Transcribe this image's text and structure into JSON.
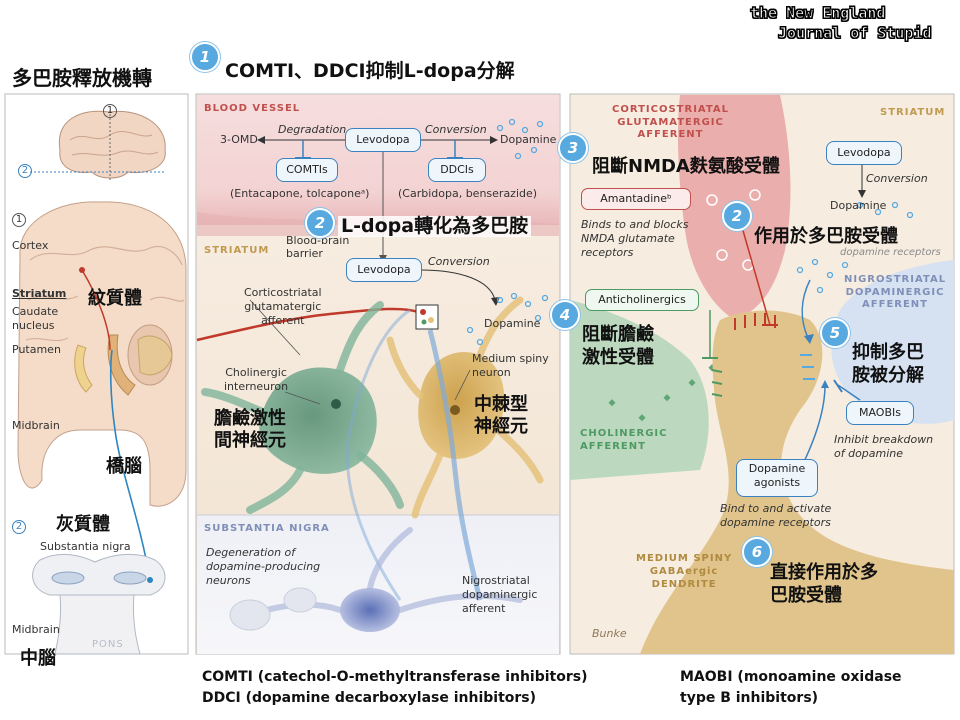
{
  "logo": {
    "line1": "the New England",
    "line2": "Journal of Stupid"
  },
  "title": "多巴胺釋放機轉",
  "headline1": "COMTI、DDCI抑制L-dopa分解",
  "bubbles": {
    "b1": "1",
    "b2a": "2",
    "b2b": "2",
    "b3": "3",
    "b4": "4",
    "b5": "5",
    "b6": "6",
    "c1": "1",
    "c2": "2",
    "c2b": "2",
    "c1b": "1"
  },
  "left_panel": {
    "cortex": "Cortex",
    "striatum": "Striatum",
    "caudate": "Caudate\nnucleus",
    "putamen": "Putamen",
    "midbrain": "Midbrain",
    "striatum_zh": "紋質體",
    "pons_zh": "橋腦",
    "substantia_zh": "灰質體",
    "substantia_nigra": "Substantia nigra",
    "midbrain2": "Midbrain",
    "midbrain_zh": "中腦",
    "pons": "PONS"
  },
  "middle_panel": {
    "blood_vessel": "BLOOD VESSEL",
    "three_omd": "3-OMD",
    "degradation": "Degradation",
    "levodopa1": "Levodopa",
    "conversion1": "Conversion",
    "dopamine1": "Dopamine",
    "comtis": "COMTIs",
    "ddcis": "DDCIs",
    "entacapone": "(Entacapone, tolcaponeᵃ)",
    "carbidopa": "(Carbidopa, benserazide)",
    "striatum": "STRIATUM",
    "bbb": "Blood-brain\nbarrier",
    "headline2": "L-dopa轉化為多巴胺",
    "levodopa2": "Levodopa",
    "conversion2": "Conversion",
    "dopamine2": "Dopamine",
    "corticostriatal": "Corticostriatal\nglutamatergic\nafferent",
    "msn": "Medium spiny\nneuron",
    "cholinergic": "Cholinergic\ninterneuron",
    "cholinergic_zh": "膽鹼激性\n間神經元",
    "msn_zh": "中棘型\n神經元",
    "substantia_nigra": "SUBSTANTIA NIGRA",
    "degeneration": "Degeneration of\ndopamine-producing\nneurons",
    "nigrostriatal": "Nigrostriatal\ndopaminergic\nafferent"
  },
  "right_panel": {
    "cortico_afferent": "CORTICOSTRIATAL\nGLUTAMATERGIC\nAFFERENT",
    "striatum": "STRIATUM",
    "levodopa": "Levodopa",
    "conversion": "Conversion",
    "dopamine": "Dopamine",
    "nmda_zh": "阻斷NMDA麩氨酸受體",
    "amantadine": "Amantadineᵇ",
    "amantadine_desc": "Binds to and blocks\nNMDA glutamate\nreceptors",
    "dopamine_zh": "作用於多巴胺受體",
    "dopamine_receptors": "dopamine receptors",
    "nigro_afferent": "NIGROSTRIATAL\nDOPAMINERGIC\nAFFERENT",
    "anticholinergics": "Anticholinergics",
    "anticholinergic_zh": "阻斷膽鹼\n激性受體",
    "inhibit_zh": "抑制多巴\n胺被分解",
    "maobis": "MAOBIs",
    "inhibit_desc": "Inhibit breakdown\nof dopamine",
    "cholinergic_afferent": "CHOLINERGIC\nAFFERENT",
    "agonists": "Dopamine\nagonists",
    "agonists_desc": "Bind to and activate\ndopamine receptors",
    "msn_dendrite": "MEDIUM SPINY\nGABAergic\nDENDRITE",
    "direct_zh": "直接作用於多\n巴胺受體",
    "signature": "Bunke"
  },
  "footer": {
    "left1": "COMTI (catechol-O-methyltransferase inhibitors)",
    "left2": "DDCI (dopamine decarboxylase inhibitors)",
    "right1": "MAOBI (monoamine oxidase",
    "right2": "type B inhibitors)"
  },
  "colors": {
    "accent_blue": "#58a9e0",
    "box_border": "#3a82c0",
    "red": "#c0504d",
    "green": "#4e9a63"
  }
}
